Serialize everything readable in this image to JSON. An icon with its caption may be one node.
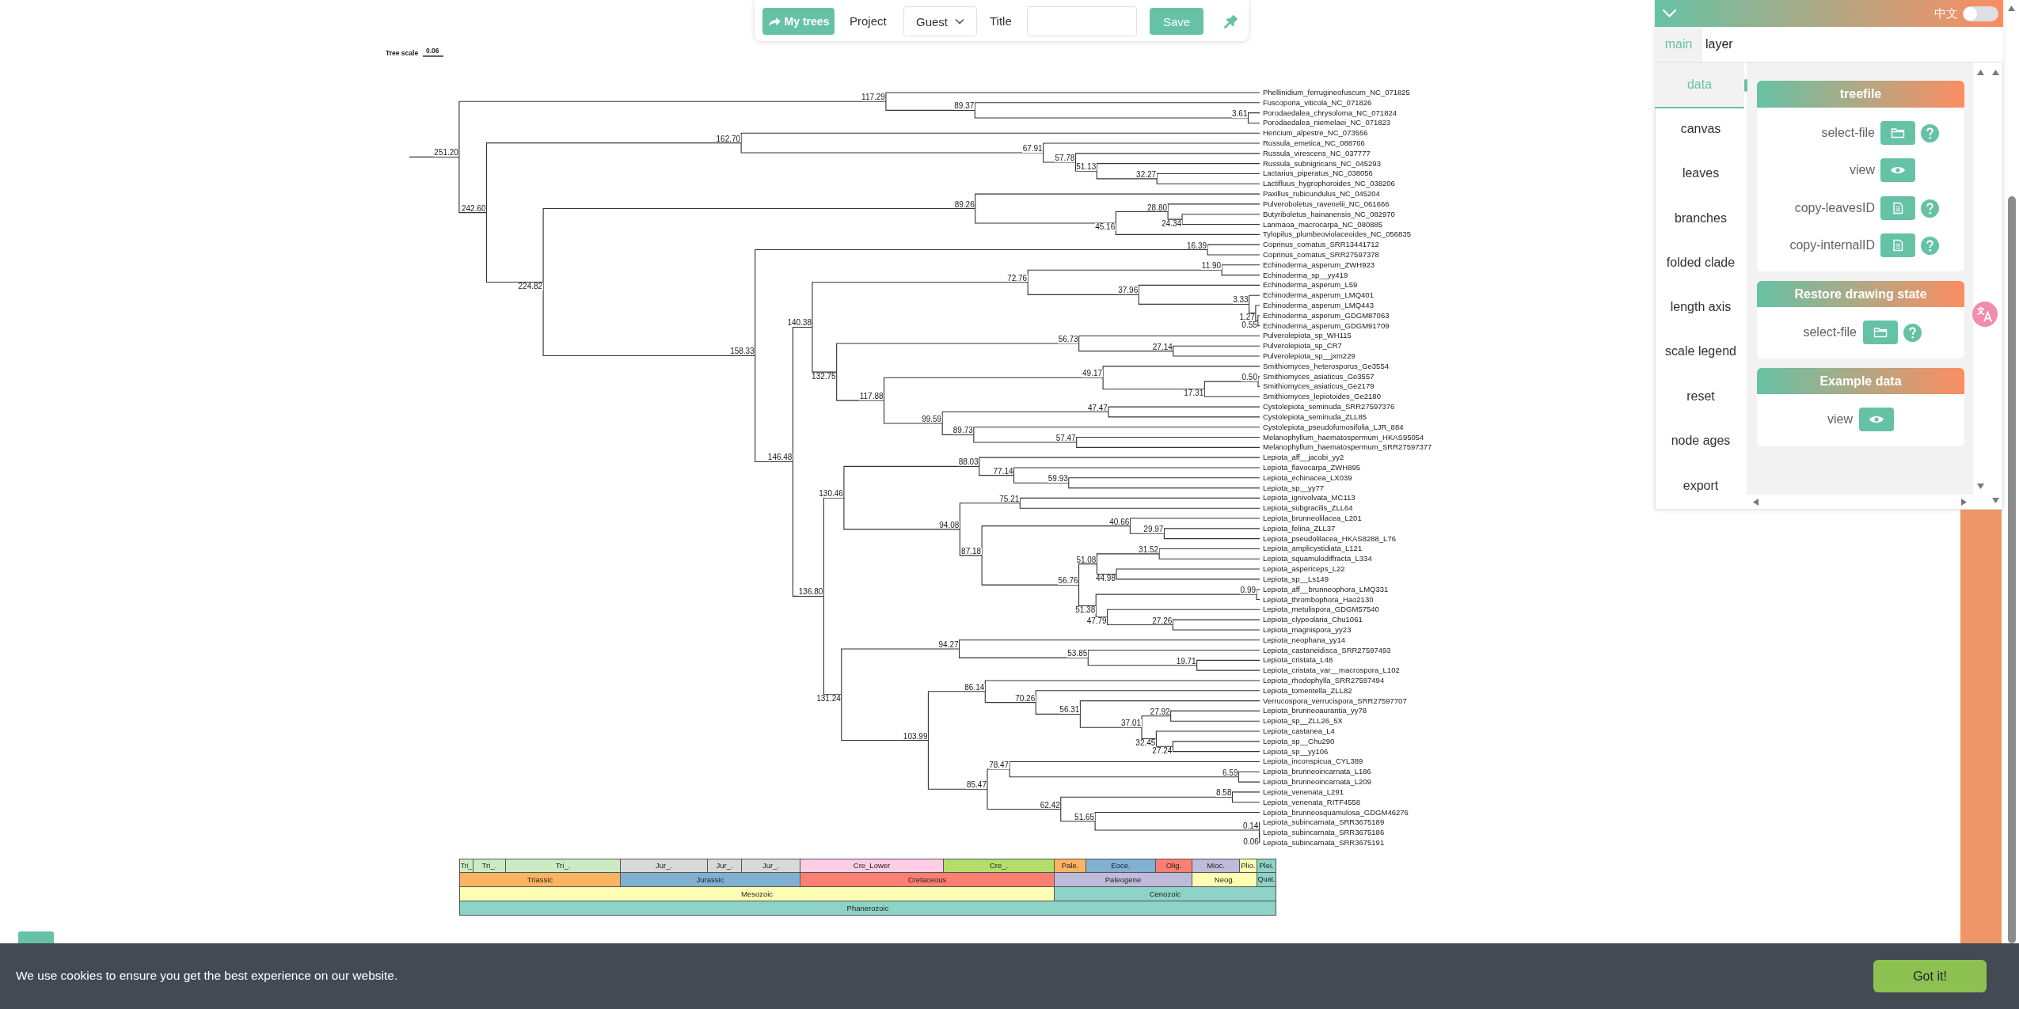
{
  "diagram": {
    "nodes": [
      {
        "text": [
          "251.20"
        ]
      },
      {
        "text": [
          "117.29"
        ]
      },
      {
        "text": [
          "Phellinidium_ferrugineofuscum_NC_071825"
        ]
      },
      {
        "text": [
          "89.37"
        ]
      },
      {
        "text": [
          "Fuscoporia_viticola_NC_071826"
        ]
      },
      {
        "text": [
          "3.61"
        ]
      },
      {
        "text": [
          "Porodaedalea_chrysoloma_NC_071824"
        ]
      },
      {
        "text": [
          "Porodaedalea_niemelaei_NC_071823"
        ]
      },
      {
        "text": [
          "242.60"
        ]
      },
      {
        "text": [
          "162.70"
        ]
      },
      {
        "text": [
          "Hericium_alpestre_NC_073556"
        ]
      },
      {
        "text": [
          "67.91"
        ]
      },
      {
        "text": [
          "Russula_emetica_NC_088766"
        ]
      },
      {
        "text": [
          "57.78"
        ]
      },
      {
        "text": [
          "Russula_virescens_NC_037777"
        ]
      },
      {
        "text": [
          "51.13"
        ]
      },
      {
        "text": [
          "Russula_subnigricans_NC_045293"
        ]
      },
      {
        "text": [
          "32.27"
        ]
      },
      {
        "text": [
          "Lactarius_piperatus_NC_038056"
        ]
      },
      {
        "text": [
          "Lactifluus_hygrophoroides_NC_038206"
        ]
      },
      {
        "text": [
          "224.82"
        ]
      },
      {
        "text": [
          "89.26"
        ]
      },
      {
        "text": [
          "Paxillus_rubicundulus_NC_045204"
        ]
      },
      {
        "text": [
          "45.16"
        ]
      },
      {
        "text": [
          "28.80"
        ]
      },
      {
        "text": [
          "Pulveroboletus_ravenelii_NC_061666"
        ]
      },
      {
        "text": [
          "24.34"
        ]
      },
      {
        "text": [
          "Butyriboletus_hainanensis_NC_082970"
        ]
      },
      {
        "text": [
          "Lanmaoa_macrocarpa_NC_080885"
        ]
      },
      {
        "text": [
          "Tylopilus_plumbeoviolaceoides_NC_056835"
        ]
      },
      {
        "text": [
          "158.33"
        ]
      },
      {
        "text": [
          "16.39"
        ]
      },
      {
        "text": [
          "Coprinus_comatus_SRR13441712"
        ]
      },
      {
        "text": [
          "Coprinus_comatus_SRR27597378"
        ]
      },
      {
        "text": [
          "146.48"
        ]
      },
      {
        "text": [
          "140.38"
        ]
      },
      {
        "text": [
          "72.76"
        ]
      },
      {
        "text": [
          "11.90"
        ]
      },
      {
        "text": [
          "Echinoderma_asperum_ZWH923"
        ]
      },
      {
        "text": [
          "Echinoderma_sp__yy419"
        ]
      },
      {
        "text": [
          "37.96"
        ]
      },
      {
        "text": [
          "Echinoderma_asperum_L59"
        ]
      },
      {
        "text": [
          "3.33"
        ]
      },
      {
        "text": [
          "Echinoderma_asperum_LMQ401"
        ]
      },
      {
        "text": [
          "1.27"
        ]
      },
      {
        "text": [
          "Echinoderma_asperum_LMQ443"
        ]
      },
      {
        "text": [
          "0.55"
        ]
      },
      {
        "text": [
          "Echinoderma_asperum_GDGM87063"
        ]
      },
      {
        "text": [
          "Echinoderma_asperum_GDGM91709"
        ]
      },
      {
        "text": [
          "132.75"
        ]
      },
      {
        "text": [
          "56.73"
        ]
      },
      {
        "text": [
          "Pulverolepiota_sp_WH115"
        ]
      },
      {
        "text": [
          "27.14"
        ]
      },
      {
        "text": [
          "Pulverolepiota_sp_CR7"
        ]
      },
      {
        "text": [
          "Pulverolepiota_sp__jxm229"
        ]
      },
      {
        "text": [
          "117.88"
        ]
      },
      {
        "text": [
          "49.17"
        ]
      },
      {
        "text": [
          "Smithiomyces_heterosporus_Ge3554"
        ]
      },
      {
        "text": [
          "17.31"
        ]
      },
      {
        "text": [
          "0.50"
        ]
      },
      {
        "text": [
          "Smithiomyces_asiaticus_Ge3557"
        ]
      },
      {
        "text": [
          "Smithiomyces_asiaticus_Ge2179"
        ]
      },
      {
        "text": [
          "Smithiomyces_lepiotoides_Ge2180"
        ]
      },
      {
        "text": [
          "99.59"
        ]
      },
      {
        "text": [
          "47.47"
        ]
      },
      {
        "text": [
          "Cystolepiota_seminuda_SRR27597376"
        ]
      },
      {
        "text": [
          "Cystolepiota_seminuda_ZLL85"
        ]
      },
      {
        "text": [
          "89.73"
        ]
      },
      {
        "text": [
          "Cystolepiota_pseudofumosifolia_LJR_884"
        ]
      },
      {
        "text": [
          "57.47"
        ]
      },
      {
        "text": [
          "Melanophyllum_haematospermum_HKAS95054"
        ]
      },
      {
        "text": [
          "Melanophyllum_haematospermum_SRR27597377"
        ]
      },
      {
        "text": [
          "136.80"
        ]
      },
      {
        "text": [
          "130.46"
        ]
      },
      {
        "text": [
          "88.03"
        ]
      },
      {
        "text": [
          "Lepiota_aff__jacobi_yy2"
        ]
      },
      {
        "text": [
          "77.14"
        ]
      },
      {
        "text": [
          "Lepiota_flavocarpa_ZWH895"
        ]
      },
      {
        "text": [
          "59.93"
        ]
      },
      {
        "text": [
          "Lepiota_echinacea_LX039"
        ]
      },
      {
        "text": [
          "Lepiota_sp__yy77"
        ]
      },
      {
        "text": [
          "94.08"
        ]
      },
      {
        "text": [
          "75.21"
        ]
      },
      {
        "text": [
          "Lepiota_ignivolvata_MC113"
        ]
      },
      {
        "text": [
          "Lepiota_subgracilis_ZLL64"
        ]
      },
      {
        "text": [
          "87.18"
        ]
      },
      {
        "text": [
          "40.66"
        ]
      },
      {
        "text": [
          "Lepiota_brunneolilacea_L201"
        ]
      },
      {
        "text": [
          "29.97"
        ]
      },
      {
        "text": [
          "Lepiota_felina_ZLL37"
        ]
      },
      {
        "text": [
          "Lepiota_pseudolilacea_HKAS8288_L76"
        ]
      },
      {
        "text": [
          "56.76"
        ]
      },
      {
        "text": [
          "51.08"
        ]
      },
      {
        "text": [
          "31.52"
        ]
      },
      {
        "text": [
          "Lepiota_amplicystidiata_L121"
        ]
      },
      {
        "text": [
          "Lepiota_squamulodiffracta_L334"
        ]
      },
      {
        "text": [
          "44.98"
        ]
      },
      {
        "text": [
          "Lepiota_aspericeps_L22"
        ]
      },
      {
        "text": [
          "Lepiota_sp__Ls149"
        ]
      },
      {
        "text": [
          "51.38"
        ]
      },
      {
        "text": [
          "0.99"
        ]
      },
      {
        "text": [
          "Lepiota_aff__brunneophora_LMQ331"
        ]
      },
      {
        "text": [
          "Lepiota_thrombophora_Hao2130"
        ]
      },
      {
        "text": [
          "47.79"
        ]
      },
      {
        "text": [
          "Lepiota_metulispora_GDGM57540"
        ]
      },
      {
        "text": [
          "27.26"
        ]
      },
      {
        "text": [
          "Lepiota_clypeolaria_Chu1061"
        ]
      },
      {
        "text": [
          "Lepiota_magnispora_yy23"
        ]
      },
      {
        "text": [
          "131.24"
        ]
      },
      {
        "text": [
          "94.27"
        ]
      },
      {
        "text": [
          "Lepiota_neophana_yy14"
        ]
      },
      {
        "text": [
          "53.85"
        ]
      },
      {
        "text": [
          "Lepiota_castaneidisca_SRR27597493"
        ]
      },
      {
        "text": [
          "19.71"
        ]
      },
      {
        "text": [
          "Lepiota_cristata_L48"
        ]
      },
      {
        "text": [
          "Lepiota_cristata_var__macrospora_L102"
        ]
      },
      {
        "text": [
          "103.99"
        ]
      },
      {
        "text": [
          "86.14"
        ]
      },
      {
        "text": [
          "Lepiota_rhodophylla_SRR27597494"
        ]
      },
      {
        "text": [
          "70.26"
        ]
      },
      {
        "text": [
          "Lepiota_tomentella_ZLL82"
        ]
      },
      {
        "text": [
          "56.31"
        ]
      },
      {
        "text": [
          "Verrucospora_verrucispora_SRR27597707"
        ]
      },
      {
        "text": [
          "37.01"
        ]
      },
      {
        "text": [
          "27.92"
        ]
      },
      {
        "text": [
          "Lepiota_brunneoaurantia_yy78"
        ]
      },
      {
        "text": [
          "Lepiota_sp__ZLL26_5X"
        ]
      },
      {
        "text": [
          "32.45"
        ]
      },
      {
        "text": [
          "Lepiota_castanea_L4"
        ]
      },
      {
        "text": [
          "27.24"
        ]
      },
      {
        "text": [
          "Lepiota_sp__Chu290"
        ]
      },
      {
        "text": [
          "Lepiota_sp__yy106"
        ]
      },
      {
        "text": [
          "85.47"
        ]
      },
      {
        "text": [
          "78.47"
        ]
      },
      {
        "text": [
          "Lepiota_inconspicua_CYL389"
        ]
      },
      {
        "text": [
          "6.59"
        ]
      },
      {
        "text": [
          "Lepiota_brunneoincarnata_L186"
        ]
      },
      {
        "text": [
          "Lepiota_brunneoincarnata_L209"
        ]
      },
      {
        "text": [
          "62.42"
        ]
      },
      {
        "text": [
          "8.58"
        ]
      },
      {
        "text": [
          "Lepiota_venenata_L291"
        ]
      },
      {
        "text": [
          "Lepiota_venenata_RITF4558"
        ]
      },
      {
        "text": [
          "51.65"
        ]
      },
      {
        "text": [
          "Lepiota_brunneosquamulosa_GDGM46276"
        ]
      },
      {
        "text": [
          "0.14"
        ]
      },
      {
        "text": [
          "Lepiota_subincarnata_SRR3675189"
        ]
      },
      {
        "text": [
          "0.06"
        ]
      },
      {
        "text": [
          "Lepiota_subincarnata_SRR3675186"
        ]
      },
      {
        "text": [
          "Lepiota_subincarnata_SRR3675191"
        ]
      },
      {
        "text": [
          "Tri_"
        ]
      },
      {
        "text": [
          "Tri_."
        ]
      },
      {
        "text": [
          "Tri_."
        ]
      },
      {
        "text": [
          "Jur_."
        ]
      },
      {
        "text": [
          "Jur_."
        ]
      },
      {
        "text": [
          "Jur_."
        ]
      },
      {
        "text": [
          "Cre_Lower"
        ]
      },
      {
        "text": [
          "Cre_."
        ]
      },
      {
        "text": [
          "Pale."
        ]
      },
      {
        "text": [
          "Eoce."
        ]
      },
      {
        "text": [
          "Olig."
        ]
      },
      {
        "text": [
          "Mioc."
        ]
      },
      {
        "text": [
          "Plio."
        ]
      },
      {
        "text": [
          "Plei."
        ]
      },
      {
        "text": [
          "Triassic"
        ]
      },
      {
        "text": [
          "Jurassic"
        ]
      },
      {
        "text": [
          "Cretaceous"
        ]
      },
      {
        "text": [
          "Paleogene"
        ]
      },
      {
        "text": [
          "Neog."
        ]
      },
      {
        "text": [
          "Quat."
        ]
      },
      {
        "text": [
          "Mesozoic"
        ]
      },
      {
        "text": [
          "Cenozoic"
        ]
      },
      {
        "text": [
          "Phanerozoic"
        ]
      }
    ],
    "edges": [
      {
        "from": null,
        "to": 0,
        "arrow": "none"
      },
      {
        "from": 0,
        "to": 1,
        "arrow": "none"
      },
      {
        "from": 1,
        "to": 2,
        "arrow": "none"
      },
      {
        "from": 1,
        "to": 3,
        "arrow": "none"
      },
      {
        "from": 3,
        "to": 4,
        "arrow": "none"
      },
      {
        "from": 3,
        "to": 5,
        "arrow": "none"
      },
      {
        "from": 5,
        "to": 6,
        "arrow": "none"
      },
      {
        "from": 5,
        "to": 7,
        "arrow": "none"
      },
      {
        "from": 0,
        "to": 8,
        "arrow": "none"
      },
      {
        "from": 8,
        "to": 9,
        "arrow": "none"
      },
      {
        "from": 9,
        "to": 10,
        "arrow": "none"
      },
      {
        "from": 9,
        "to": 11,
        "arrow": "none"
      },
      {
        "from": 11,
        "to": 12,
        "arrow": "none"
      },
      {
        "from": 11,
        "to": 13,
        "arrow": "none"
      },
      {
        "from": 13,
        "to": 14,
        "arrow": "none"
      },
      {
        "from": 13,
        "to": 15,
        "arrow": "none"
      },
      {
        "from": 15,
        "to": 16,
        "arrow": "none"
      },
      {
        "from": 15,
        "to": 17,
        "arrow": "none"
      },
      {
        "from": 17,
        "to": 18,
        "arrow": "none"
      },
      {
        "from": 17,
        "to": 19,
        "arrow": "none"
      },
      {
        "from": 8,
        "to": 20,
        "arrow": "none"
      },
      {
        "from": 20,
        "to": 21,
        "arrow": "none"
      },
      {
        "from": 21,
        "to": 22,
        "arrow": "none"
      },
      {
        "from": 21,
        "to": 23,
        "arrow": "none"
      },
      {
        "from": 23,
        "to": 24,
        "arrow": "none"
      },
      {
        "from": 24,
        "to": 25,
        "arrow": "none"
      },
      {
        "from": 24,
        "to": 26,
        "arrow": "none"
      },
      {
        "from": 26,
        "to": 27,
        "arrow": "none"
      },
      {
        "from": 26,
        "to": 28,
        "arrow": "none"
      },
      {
        "from": 23,
        "to": 29,
        "arrow": "none"
      },
      {
        "from": 20,
        "to": 30,
        "arrow": "none"
      },
      {
        "from": 30,
        "to": 31,
        "arrow": "none"
      },
      {
        "from": 31,
        "to": 32,
        "arrow": "none"
      },
      {
        "from": 31,
        "to": 33,
        "arrow": "none"
      },
      {
        "from": 30,
        "to": 34,
        "arrow": "none"
      },
      {
        "from": 34,
        "to": 35,
        "arrow": "none"
      },
      {
        "from": 35,
        "to": 36,
        "arrow": "none"
      },
      {
        "from": 36,
        "to": 37,
        "arrow": "none"
      },
      {
        "from": 37,
        "to": 38,
        "arrow": "none"
      },
      {
        "from": 37,
        "to": 39,
        "arrow": "none"
      },
      {
        "from": 36,
        "to": 40,
        "arrow": "none"
      },
      {
        "from": 40,
        "to": 41,
        "arrow": "none"
      },
      {
        "from": 40,
        "to": 42,
        "arrow": "none"
      },
      {
        "from": 42,
        "to": 43,
        "arrow": "none"
      },
      {
        "from": 42,
        "to": 44,
        "arrow": "none"
      },
      {
        "from": 44,
        "to": 45,
        "arrow": "none"
      },
      {
        "from": 44,
        "to": 46,
        "arrow": "none"
      },
      {
        "from": 46,
        "to": 47,
        "arrow": "none"
      },
      {
        "from": 46,
        "to": 48,
        "arrow": "none"
      },
      {
        "from": 35,
        "to": 49,
        "arrow": "none"
      },
      {
        "from": 49,
        "to": 50,
        "arrow": "none"
      },
      {
        "from": 50,
        "to": 51,
        "arrow": "none"
      },
      {
        "from": 50,
        "to": 52,
        "arrow": "none"
      },
      {
        "from": 52,
        "to": 53,
        "arrow": "none"
      },
      {
        "from": 52,
        "to": 54,
        "arrow": "none"
      },
      {
        "from": 49,
        "to": 55,
        "arrow": "none"
      },
      {
        "from": 55,
        "to": 56,
        "arrow": "none"
      },
      {
        "from": 56,
        "to": 57,
        "arrow": "none"
      },
      {
        "from": 56,
        "to": 58,
        "arrow": "none"
      },
      {
        "from": 58,
        "to": 59,
        "arrow": "none"
      },
      {
        "from": 59,
        "to": 60,
        "arrow": "none"
      },
      {
        "from": 59,
        "to": 61,
        "arrow": "none"
      },
      {
        "from": 58,
        "to": 62,
        "arrow": "none"
      },
      {
        "from": 55,
        "to": 63,
        "arrow": "none"
      },
      {
        "from": 63,
        "to": 64,
        "arrow": "none"
      },
      {
        "from": 64,
        "to": 65,
        "arrow": "none"
      },
      {
        "from": 64,
        "to": 66,
        "arrow": "none"
      },
      {
        "from": 63,
        "to": 67,
        "arrow": "none"
      },
      {
        "from": 67,
        "to": 68,
        "arrow": "none"
      },
      {
        "from": 67,
        "to": 69,
        "arrow": "none"
      },
      {
        "from": 69,
        "to": 70,
        "arrow": "none"
      },
      {
        "from": 69,
        "to": 71,
        "arrow": "none"
      },
      {
        "from": 34,
        "to": 72,
        "arrow": "none"
      },
      {
        "from": 72,
        "to": 73,
        "arrow": "none"
      },
      {
        "from": 73,
        "to": 74,
        "arrow": "none"
      },
      {
        "from": 74,
        "to": 75,
        "arrow": "none"
      },
      {
        "from": 74,
        "to": 76,
        "arrow": "none"
      },
      {
        "from": 76,
        "to": 77,
        "arrow": "none"
      },
      {
        "from": 76,
        "to": 78,
        "arrow": "none"
      },
      {
        "from": 78,
        "to": 79,
        "arrow": "none"
      },
      {
        "from": 78,
        "to": 80,
        "arrow": "none"
      },
      {
        "from": 73,
        "to": 81,
        "arrow": "none"
      },
      {
        "from": 81,
        "to": 82,
        "arrow": "none"
      },
      {
        "from": 82,
        "to": 83,
        "arrow": "none"
      },
      {
        "from": 82,
        "to": 84,
        "arrow": "none"
      },
      {
        "from": 81,
        "to": 85,
        "arrow": "none"
      },
      {
        "from": 85,
        "to": 86,
        "arrow": "none"
      },
      {
        "from": 86,
        "to": 87,
        "arrow": "none"
      },
      {
        "from": 86,
        "to": 88,
        "arrow": "none"
      },
      {
        "from": 88,
        "to": 89,
        "arrow": "none"
      },
      {
        "from": 88,
        "to": 90,
        "arrow": "none"
      },
      {
        "from": 85,
        "to": 91,
        "arrow": "none"
      },
      {
        "from": 91,
        "to": 92,
        "arrow": "none"
      },
      {
        "from": 92,
        "to": 93,
        "arrow": "none"
      },
      {
        "from": 93,
        "to": 94,
        "arrow": "none"
      },
      {
        "from": 93,
        "to": 95,
        "arrow": "none"
      },
      {
        "from": 92,
        "to": 96,
        "arrow": "none"
      },
      {
        "from": 96,
        "to": 97,
        "arrow": "none"
      },
      {
        "from": 96,
        "to": 98,
        "arrow": "none"
      },
      {
        "from": 91,
        "to": 99,
        "arrow": "none"
      },
      {
        "from": 99,
        "to": 100,
        "arrow": "none"
      },
      {
        "from": 100,
        "to": 101,
        "arrow": "none"
      },
      {
        "from": 100,
        "to": 102,
        "arrow": "none"
      },
      {
        "from": 99,
        "to": 103,
        "arrow": "none"
      },
      {
        "from": 103,
        "to": 104,
        "arrow": "none"
      },
      {
        "from": 103,
        "to": 105,
        "arrow": "none"
      },
      {
        "from": 105,
        "to": 106,
        "arrow": "none"
      },
      {
        "from": 105,
        "to": 107,
        "arrow": "none"
      },
      {
        "from": 72,
        "to": 108,
        "arrow": "none"
      },
      {
        "from": 108,
        "to": 109,
        "arrow": "none"
      },
      {
        "from": 109,
        "to": 110,
        "arrow": "none"
      },
      {
        "from": 109,
        "to": 111,
        "arrow": "none"
      },
      {
        "from": 111,
        "to": 112,
        "arrow": "none"
      },
      {
        "from": 111,
        "to": 113,
        "arrow": "none"
      },
      {
        "from": 113,
        "to": 114,
        "arrow": "none"
      },
      {
        "from": 113,
        "to": 115,
        "arrow": "none"
      },
      {
        "from": 108,
        "to": 116,
        "arrow": "none"
      },
      {
        "from": 116,
        "to": 117,
        "arrow": "none"
      },
      {
        "from": 117,
        "to": 118,
        "arrow": "none"
      },
      {
        "from": 117,
        "to": 119,
        "arrow": "none"
      },
      {
        "from": 119,
        "to": 120,
        "arrow": "none"
      },
      {
        "from": 119,
        "to": 121,
        "arrow": "none"
      },
      {
        "from": 121,
        "to": 122,
        "arrow": "none"
      },
      {
        "from": 121,
        "to": 123,
        "arrow": "none"
      },
      {
        "from": 123,
        "to": 124,
        "arrow": "none"
      },
      {
        "from": 124,
        "to": 125,
        "arrow": "none"
      },
      {
        "from": 124,
        "to": 126,
        "arrow": "none"
      },
      {
        "from": 123,
        "to": 127,
        "arrow": "none"
      },
      {
        "from": 127,
        "to": 128,
        "arrow": "none"
      },
      {
        "from": 127,
        "to": 129,
        "arrow": "none"
      },
      {
        "from": 129,
        "to": 130,
        "arrow": "none"
      },
      {
        "from": 129,
        "to": 131,
        "arrow": "none"
      },
      {
        "from": 116,
        "to": 132,
        "arrow": "none"
      },
      {
        "from": 132,
        "to": 133,
        "arrow": "none"
      },
      {
        "from": 133,
        "to": 134,
        "arrow": "none"
      },
      {
        "from": 133,
        "to": 135,
        "arrow": "none"
      },
      {
        "from": 135,
        "to": 136,
        "arrow": "none"
      },
      {
        "from": 135,
        "to": 137,
        "arrow": "none"
      },
      {
        "from": 132,
        "to": 138,
        "arrow": "none"
      },
      {
        "from": 138,
        "to": 139,
        "arrow": "none"
      },
      {
        "from": 139,
        "to": 140,
        "arrow": "none"
      },
      {
        "from": 139,
        "to": 141,
        "arrow": "none"
      },
      {
        "from": 138,
        "to": 142,
        "arrow": "none"
      },
      {
        "from": 142,
        "to": 143,
        "arrow": "none"
      },
      {
        "from": 142,
        "to": 144,
        "arrow": "none"
      },
      {
        "from": 144,
        "to": 145,
        "arrow": "none"
      },
      {
        "from": 144,
        "to": 146,
        "arrow": "none"
      },
      {
        "from": 146,
        "to": 147,
        "arrow": "none"
      },
      {
        "from": 146,
        "to": 148,
        "arrow": "none"
      }
    ],
    "labels": [
      "My trees",
      "Project",
      "Guest",
      "Title",
      "Save",
      "Tree scale",
      "0.06",
      "中文",
      "main",
      "layer",
      "data",
      "canvas",
      "leaves",
      "branches",
      "folded clade",
      "length axis",
      "scale legend",
      "reset",
      "node ages",
      "export",
      "treefile",
      "select-file",
      "view",
      "copy-leavesID",
      "copy-internalID",
      "Restore drawing state",
      "select-file",
      "Example data",
      "view",
      "We use cookies to ensure you get the best experience on our website.",
      "Got it!"
    ]
  }
}
